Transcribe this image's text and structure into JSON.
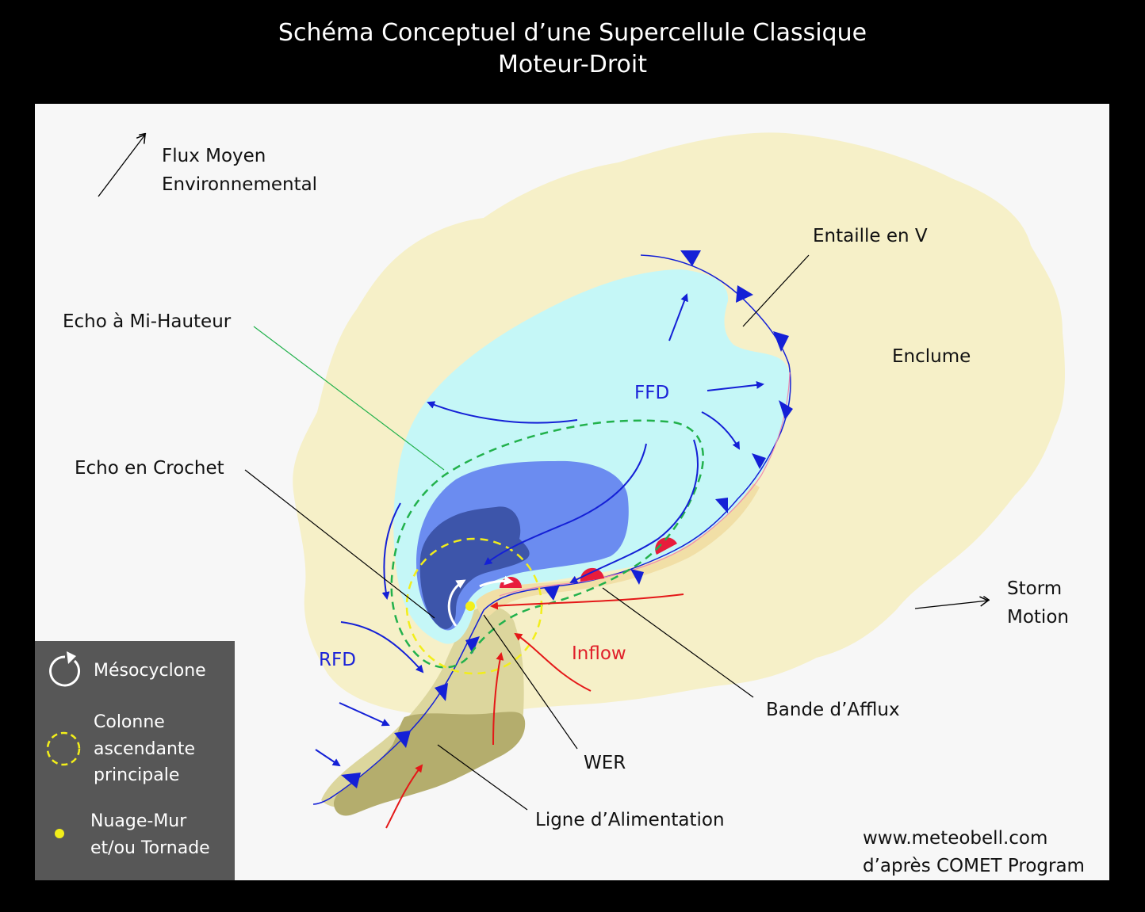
{
  "title": {
    "line1": "Schéma Conceptuel d’une Supercellule Classique",
    "line2": "Moteur-Droit"
  },
  "labels": {
    "flux_line1": "Flux Moyen",
    "flux_line2": "Environnemental",
    "entaille": "Entaille en V",
    "echo_mi_hauteur": "Echo à Mi-Hauteur",
    "enclume": "Enclume",
    "ffd": "FFD",
    "echo_crochet": "Echo en Crochet",
    "storm_line1": "Storm",
    "storm_line2": "Motion",
    "rfd": "RFD",
    "inflow": "Inflow",
    "bande_afflux": "Bande d’Afflux",
    "wer": "WER",
    "ligne_alimentation": "Ligne d’Alimentation"
  },
  "legend": {
    "mesocyclone": "Mésocyclone",
    "colonne_line1": "Colonne",
    "colonne_line2": "ascendante",
    "colonne_line3": "principale",
    "nuage_line1": "Nuage-Mur",
    "nuage_line2": "et/ou Tornade"
  },
  "credits": {
    "line1": "www.meteobell.com",
    "line2": "d’après COMET Program"
  },
  "colors": {
    "background": "#000000",
    "panel": "#f7f7f7",
    "anvil": "#f6f0c8",
    "light_echo": "#c5f7f7",
    "mid_echo": "#6b8cf0",
    "core_echo": "#3d55aa",
    "inflow_band": "#f1dfa6",
    "feeder_light": "#dcd69d",
    "feeder_dark": "#b4ad6d",
    "blue_arrows": "#1420d6",
    "red_arrows": "#e41818",
    "green_dashed": "#22b14c",
    "yellow_dashed": "#f2ee1a",
    "legend_box": "#575757"
  }
}
